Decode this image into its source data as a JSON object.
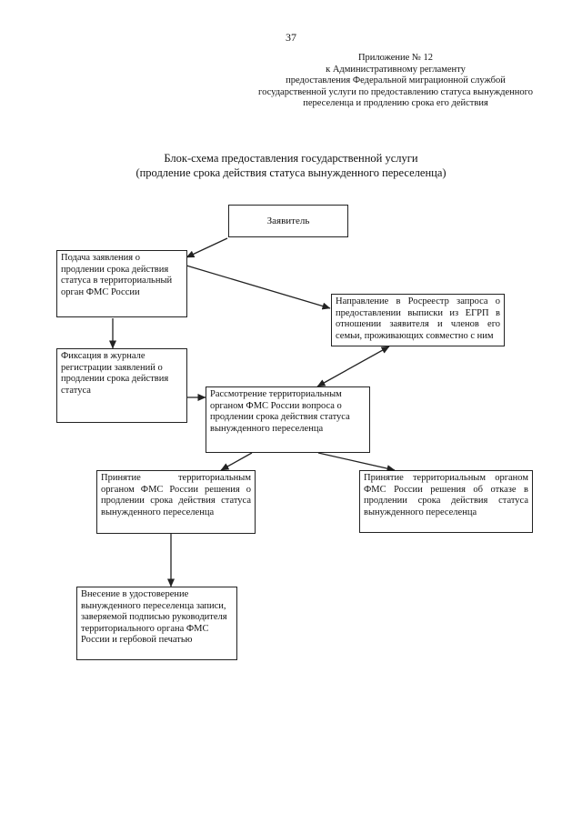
{
  "page_number": "37",
  "appendix": {
    "lines": [
      "Приложение № 12",
      "к Административному регламенту",
      "предоставления Федеральной миграционной службой",
      "государственной услуги по предоставлению статуса вынужденного",
      "переселенца и продлению срока его действия"
    ]
  },
  "title": {
    "line1": "Блок-схема предоставления государственной услуги",
    "line2": "(продление срока действия статуса вынужденного переселенца)"
  },
  "nodes": {
    "applicant": "Заявитель",
    "submit": "Подача заявления о продлении срока действия статуса в территориальный орган ФМС России",
    "rosreestr": "Направление в Росреестр запроса о предоставлении выписки из ЕГРП в отношении заявителя и членов его семьи, проживающих совместно с ним",
    "registration": "Фиксация в журнале регистрации заявлений о продлении срока действия статуса",
    "review": "Рассмотрение территориальным органом ФМС России вопроса о продлении срока действия статуса вынужденного переселенца",
    "approve": "Принятие территориальным органом ФМС России решения о продлении срока действия статуса вынужденного переселенца",
    "refuse": "Принятие территориальным органом ФМС России решения об отказе в продлении срока действия статуса вынужденного переселенца",
    "certificate": "Внесение в удостоверение вынужденного переселенца записи, заверяемой подписью руководителя территориального органа ФМС России и гербовой печатью"
  }
}
